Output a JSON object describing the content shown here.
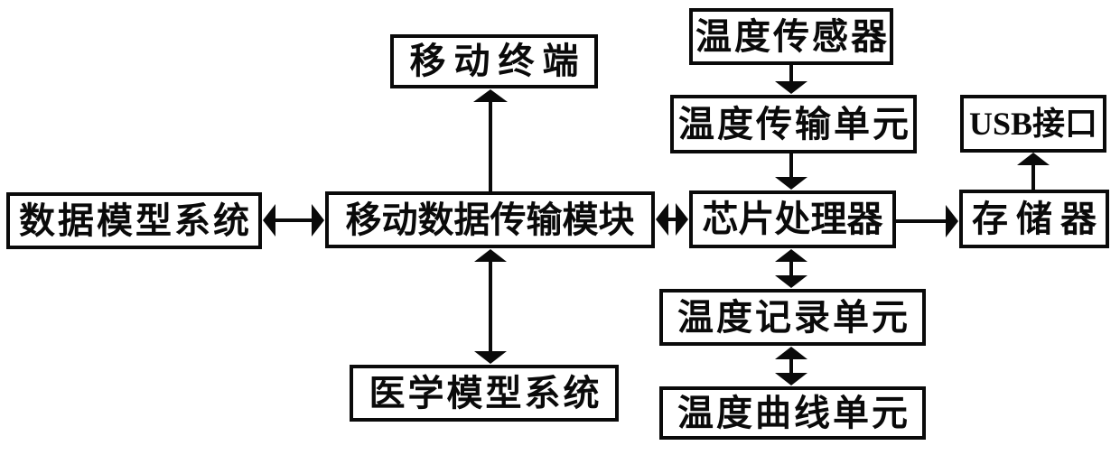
{
  "diagram": {
    "background_color": "#ffffff",
    "line_color": "#0a0a0a",
    "box_fill": "#ffffff",
    "nodes": {
      "mobile_terminal": {
        "label": "移动终端"
      },
      "temperature_sensor": {
        "label": "温度传感器"
      },
      "temperature_transmission": {
        "label": "温度传输单元"
      },
      "usb_interface": {
        "label": "USB接口"
      },
      "data_model_system": {
        "label": "数据模型系统"
      },
      "mobile_data_module": {
        "label": "移动数据传输模块"
      },
      "chip_processor": {
        "label": "芯片处理器"
      },
      "memory": {
        "label": "存储器"
      },
      "temperature_recording": {
        "label": "温度记录单元"
      },
      "temperature_curve": {
        "label": "温度曲线单元"
      },
      "medical_model_system": {
        "label": "医学模型系统"
      }
    },
    "edges": [
      {
        "from": "移动数据传输模块",
        "to": "移动终端",
        "style": "single-arrow",
        "direction": "up"
      },
      {
        "from": "数据模型系统",
        "to": "移动数据传输模块",
        "style": "double-arrow",
        "direction": "horizontal"
      },
      {
        "from": "移动数据传输模块",
        "to": "芯片处理器",
        "style": "double-arrow",
        "direction": "horizontal"
      },
      {
        "from": "芯片处理器",
        "to": "存储器",
        "style": "single-arrow",
        "direction": "right"
      },
      {
        "from": "温度传感器",
        "to": "温度传输单元",
        "style": "single-arrow",
        "direction": "down"
      },
      {
        "from": "温度传输单元",
        "to": "芯片处理器",
        "style": "single-arrow",
        "direction": "down"
      },
      {
        "from": "芯片处理器",
        "to": "温度记录单元",
        "style": "double-arrow",
        "direction": "vertical"
      },
      {
        "from": "温度记录单元",
        "to": "温度曲线单元",
        "style": "double-arrow",
        "direction": "vertical"
      },
      {
        "from": "存储器",
        "to": "USB接口",
        "style": "single-arrow",
        "direction": "up"
      },
      {
        "from": "移动数据传输模块",
        "to": "医学模型系统",
        "style": "double-arrow",
        "direction": "vertical"
      }
    ]
  }
}
